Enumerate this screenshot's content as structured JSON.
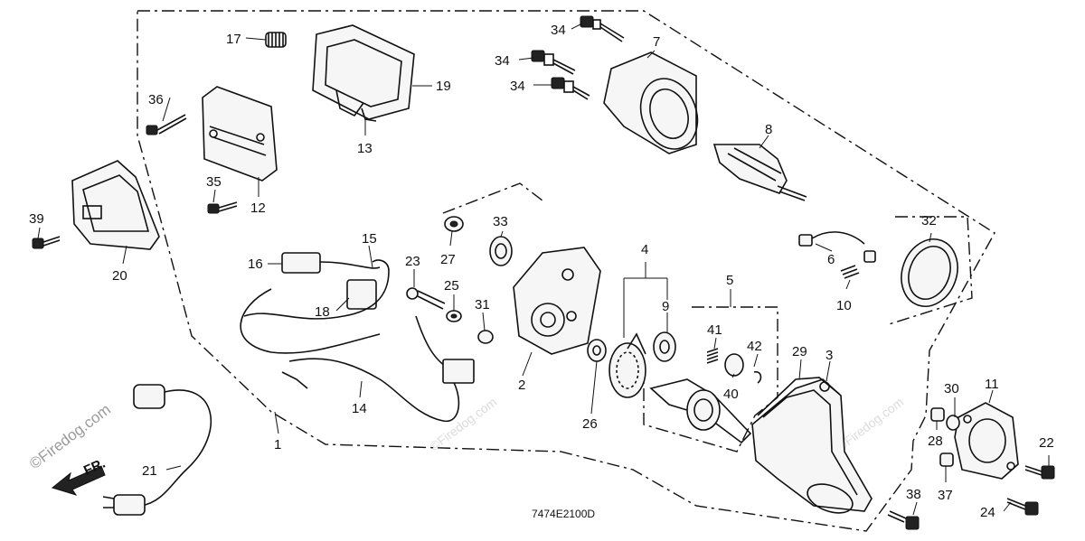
{
  "callouts": [
    "1",
    "2",
    "3",
    "4",
    "5",
    "6",
    "7",
    "8",
    "9",
    "10",
    "11",
    "12",
    "13",
    "14",
    "15",
    "16",
    "17",
    "18",
    "19",
    "20",
    "21",
    "22",
    "23",
    "24",
    "25",
    "26",
    "27",
    "28",
    "29",
    "30",
    "31",
    "32",
    "33",
    "34",
    "35",
    "36",
    "37",
    "38",
    "39",
    "40",
    "41",
    "42"
  ],
  "diagram_code": "7474E2100D",
  "watermark": "©Firedog.com",
  "front_label": "FR."
}
